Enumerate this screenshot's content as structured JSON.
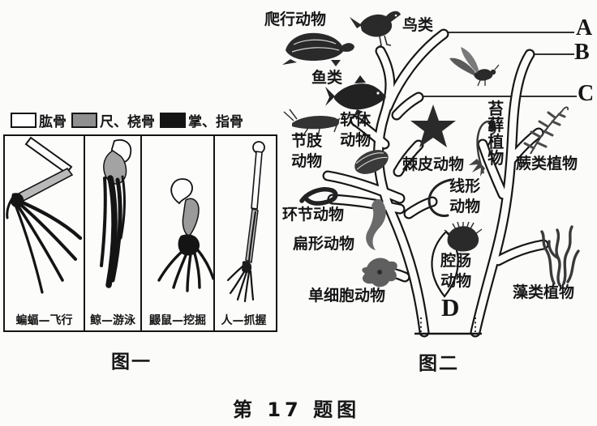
{
  "figure1": {
    "legend": [
      {
        "name": "humerus",
        "label": "肱骨",
        "swatch_color": "#ffffff"
      },
      {
        "name": "ulna-radius",
        "label": "尺、桡骨",
        "swatch_color": "#8f8f8f"
      },
      {
        "name": "metacarpals",
        "label": "掌、指骨",
        "swatch_color": "#141414"
      }
    ],
    "panels": [
      {
        "name": "bat",
        "label": "蝙蝠—飞行"
      },
      {
        "name": "whale",
        "label": "鲸—游泳"
      },
      {
        "name": "mole",
        "label": "鼹鼠—挖掘"
      },
      {
        "name": "human",
        "label": "人—抓握"
      }
    ],
    "caption": "图一"
  },
  "figure2": {
    "labels": {
      "reptiles": "爬行动物",
      "birds": "鸟类",
      "fish": "鱼类",
      "mollusks": "软体动物",
      "arthropods": "节肢动物",
      "annelids": "环节动物",
      "flatworms": "扁形动物",
      "unicellular": "单细胞动物",
      "echinoderms": "棘皮动物",
      "nematodes": "线形动物",
      "cnidarians": "腔肠动物",
      "mosses": "苔藓植物",
      "ferns": "蕨类植物",
      "algae": "藻类植物"
    },
    "markers": {
      "a": "A",
      "b": "B",
      "c": "C",
      "d": "D"
    },
    "caption": "图二"
  },
  "page_caption": "第 17 题图",
  "colors": {
    "ink": "#161616",
    "paper": "#fbfbfa",
    "gray_bone": "#b9b9b9"
  }
}
